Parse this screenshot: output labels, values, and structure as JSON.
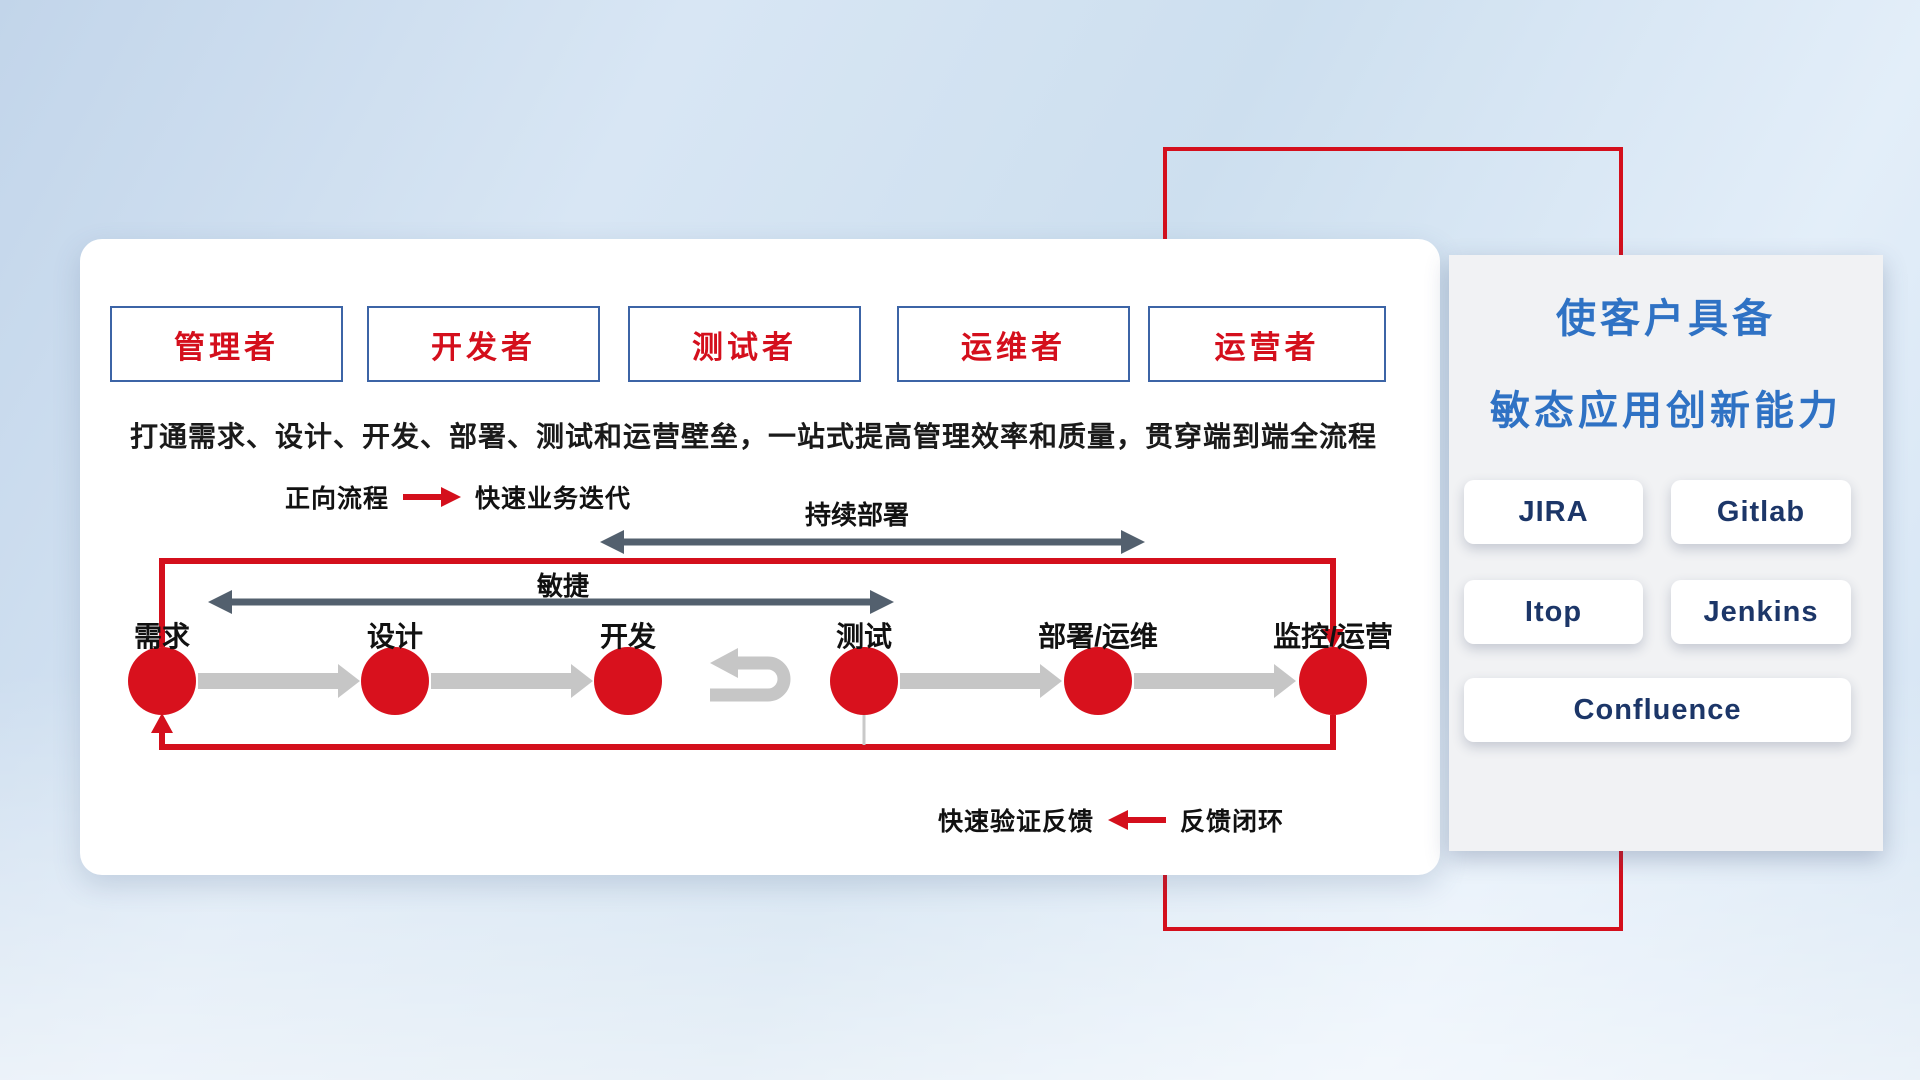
{
  "colors": {
    "red": "#d40f1c",
    "blue_border": "#3c64a6",
    "title_blue": "#2f72c4",
    "navy_text": "#1c3668",
    "dark_gray_arrow": "#53606e",
    "light_gray_arrow": "#c6c6c6"
  },
  "roles": [
    "管理者",
    "开发者",
    "测试者",
    "运维者",
    "运营者"
  ],
  "subtitle": "打通需求、设计、开发、部署、测试和运营壁垒，一站式提高管理效率和质量，贯穿端到端全流程",
  "legend_forward": {
    "label": "正向流程",
    "value": "快速业务迭代"
  },
  "legend_feedback": {
    "label": "快速验证反馈",
    "value": "反馈闭环"
  },
  "span_labels": {
    "continuous_deploy": "持续部署",
    "agile": "敏捷"
  },
  "stages": [
    "需求",
    "设计",
    "开发",
    "测试",
    "部署/运维",
    "监控/运营"
  ],
  "right_panel": {
    "title_line1": "使客户具备",
    "title_line2": "敏态应用创新能力",
    "tools": [
      "JIRA",
      "Gitlab",
      "Itop",
      "Jenkins",
      "Confluence"
    ]
  }
}
